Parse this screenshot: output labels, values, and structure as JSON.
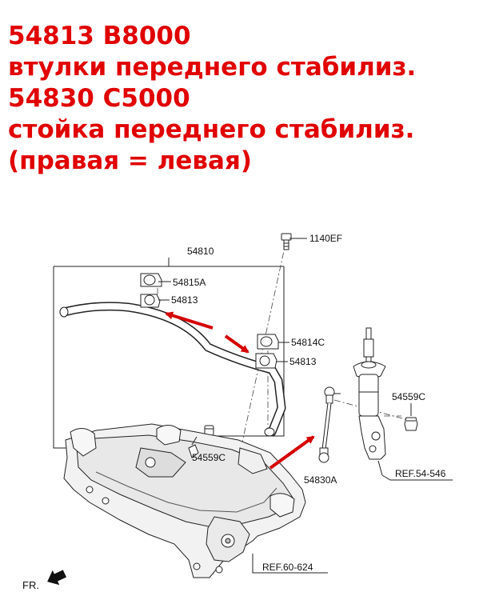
{
  "heading": {
    "line1": "54813 B8000",
    "line2": "втулки переднего стабилиз.",
    "line3": "54830 C5000",
    "line4": "стойка переднего стабилиз.",
    "line5": "(правая = левая)"
  },
  "labels": {
    "assembly": "54810",
    "bolt": "1140EF",
    "bushing_clamp_left": "54815A",
    "bushing_left": "54813",
    "bushing_clamp_right": "54814C",
    "bushing_right": "54813",
    "nut_right": "54559C",
    "nut_left": "54559C",
    "link": "54830A",
    "ref_strut": "REF.54-546",
    "ref_subframe": "REF.60-624",
    "front": "FR."
  },
  "colors": {
    "heading": "#e00000",
    "arrow": "#d40000",
    "line": "#222222"
  },
  "icons": {
    "front_direction": "arrow-icon",
    "highlight": "red-arrow-icon"
  }
}
